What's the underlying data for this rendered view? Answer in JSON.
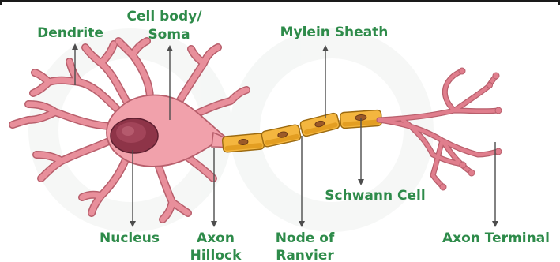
{
  "colors": {
    "label_green": "#2e8b4a",
    "leader_line": "#4d4d4d",
    "soma_pink": "#f1a1ab",
    "soma_outline": "#b85f6c",
    "nucleus": "#8e3448",
    "myelin_yellow": "#f4b63f",
    "watermark": "#f2f4f3"
  },
  "labels": {
    "dendrite": "Dendrite",
    "cell_body_line1": "Cell body/",
    "cell_body_line2": "Soma",
    "myelin_sheath": "Mylein Sheath",
    "schwann_cell": "Schwann Cell",
    "nucleus": "Nucleus",
    "axon_hillock_line1": "Axon",
    "axon_hillock_line2": "Hillock",
    "node_of_ranvier_line1": "Node of",
    "node_of_ranvier_line2": "Ranvier",
    "axon_terminal": "Axon Terminal"
  }
}
